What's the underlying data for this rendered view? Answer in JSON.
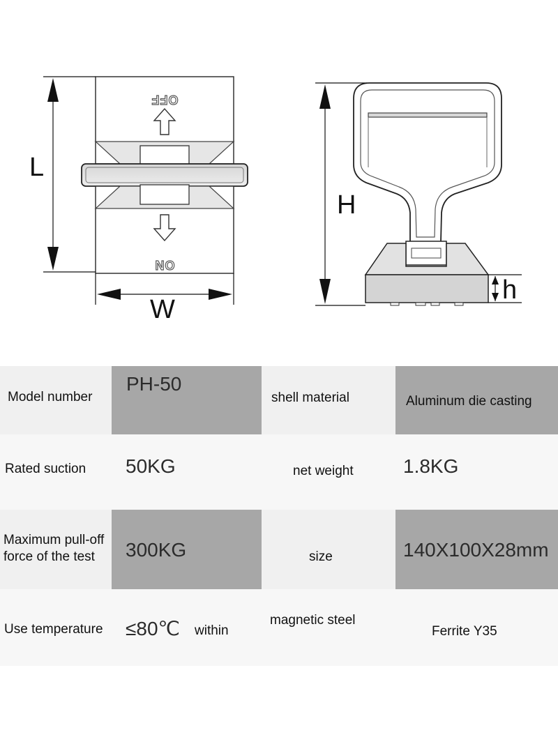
{
  "diagram": {
    "dimension_labels": {
      "length": "L",
      "width": "W",
      "height": "H",
      "base_height": "h"
    },
    "switch_labels": {
      "off": "OFF",
      "on": "ON"
    }
  },
  "specs": {
    "rows": [
      {
        "label1": "Model number",
        "value1": "PH-50",
        "label2": "shell material",
        "value2": "Aluminum die casting"
      },
      {
        "label1": "Rated suction",
        "value1": "50KG",
        "label2": "net weight",
        "value2": "1.8KG"
      },
      {
        "label1_line1": "Maximum pull-off",
        "label1_line2": "force of the test",
        "value1": "300KG",
        "label2": "size",
        "value2": "140X100X28mm"
      },
      {
        "label1": "Use temperature",
        "value1": "≤80℃",
        "value1_suffix": "within",
        "label2": "magnetic steel",
        "value2": "Ferrite Y35"
      }
    ]
  }
}
